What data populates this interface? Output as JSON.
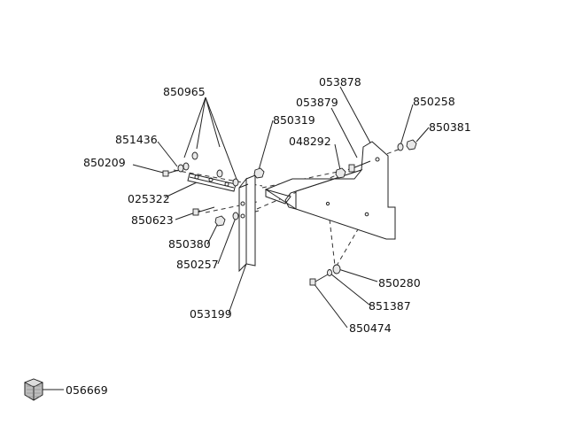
{
  "diagram": {
    "part_labels": {
      "p850965": "850965",
      "p851436": "851436",
      "p850209": "850209",
      "p025322": "025322",
      "p850623": "850623",
      "p850380": "850380",
      "p850257": "850257",
      "p053199": "053199",
      "p850319": "850319",
      "p053878": "053878",
      "p053879": "053879",
      "p048292": "048292",
      "p850258": "850258",
      "p850381": "850381",
      "p850280": "850280",
      "p851387": "851387",
      "p850474": "850474",
      "p056669": "056669"
    }
  }
}
